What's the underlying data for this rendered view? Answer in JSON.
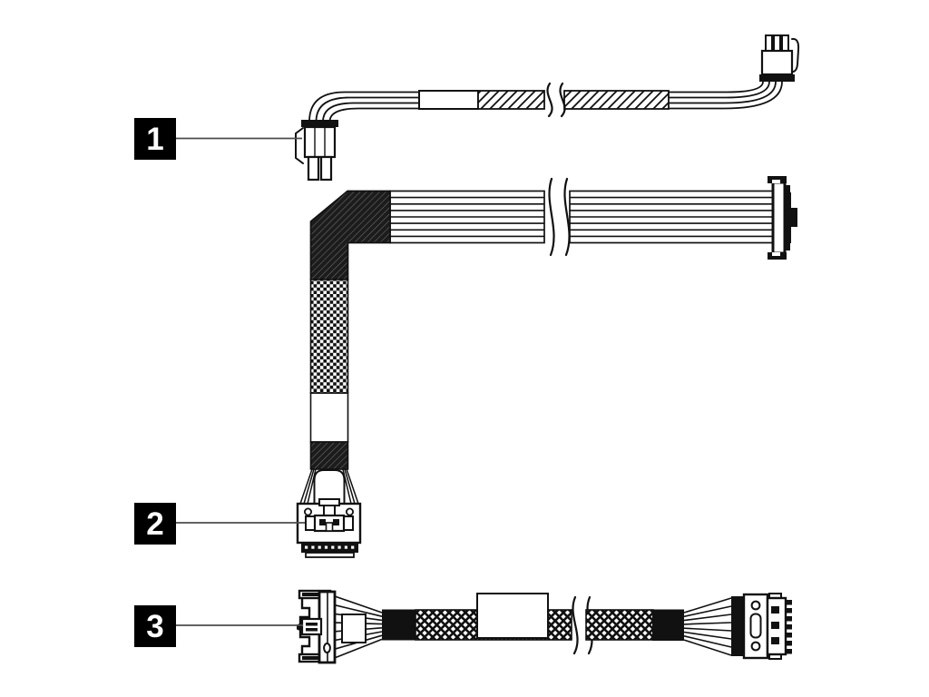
{
  "figure": {
    "type": "technical-illustration",
    "background_color": "#ffffff",
    "line_color": "#111111",
    "leader_line_color": "#4d4d4d",
    "callout_badge_color": "#000000",
    "callout_text_color": "#ffffff",
    "callouts": [
      {
        "label": "1",
        "item": "power-cable-with-4-pin-connectors"
      },
      {
        "label": "2",
        "item": "right-angle-flat-ribbon-cable"
      },
      {
        "label": "3",
        "item": "braided-cable-with-block-connectors"
      }
    ]
  }
}
